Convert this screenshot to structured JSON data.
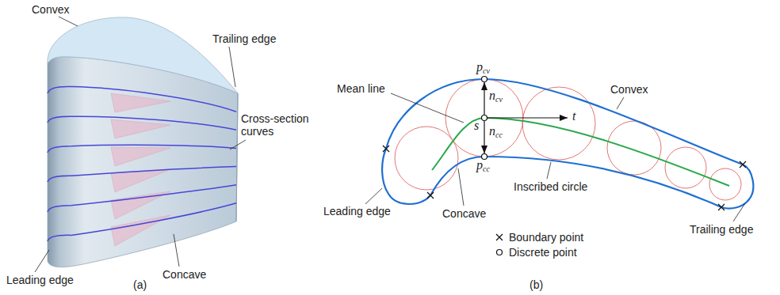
{
  "diagram": {
    "labels": [
      "Convex",
      "Trailing edge",
      "Cross-section curves",
      "Leading edge",
      "Concave",
      "(a)",
      "Mean line",
      "pcv",
      "ncv",
      "s",
      "t",
      "ncc",
      "pcc",
      "Convex",
      "Inscribed circle",
      "Leading edge",
      "Concave",
      "Trailing edge",
      "(b)"
    ],
    "legend": [
      {
        "text": "Boundary point"
      },
      {
        "text": "Discrete point"
      }
    ]
  }
}
